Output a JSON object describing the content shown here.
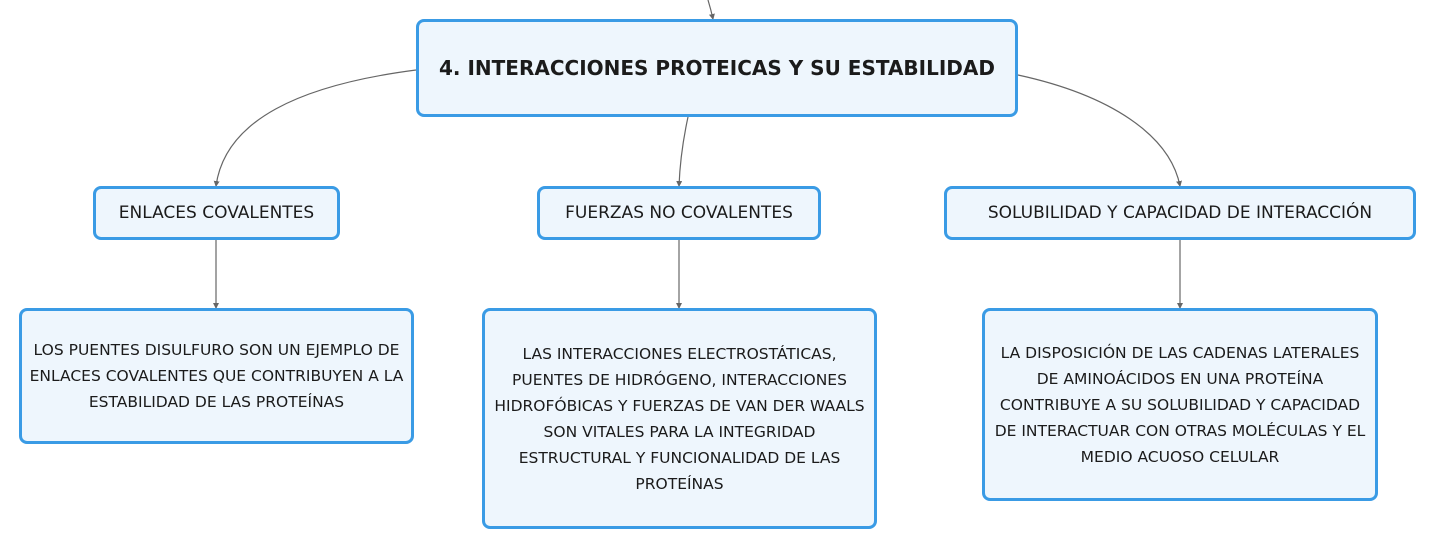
{
  "root": {
    "title": "4. INTERACCIONES PROTEICAS Y SU ESTABILIDAD"
  },
  "categories": [
    {
      "label": "ENLACES COVALENTES",
      "detail": "LOS PUENTES DISULFURO SON UN EJEMPLO DE ENLACES COVALENTES QUE CONTRIBUYEN A LA ESTABILIDAD DE LAS PROTEÍNAS"
    },
    {
      "label": "FUERZAS NO COVALENTES",
      "detail": "LAS INTERACCIONES ELECTROSTÁTICAS, PUENTES DE HIDRÓGENO, INTERACCIONES HIDROFÓBICAS Y FUERZAS DE VAN DER WAALS SON VITALES PARA LA INTEGRIDAD ESTRUCTURAL Y FUNCIONALIDAD DE LAS PROTEÍNAS"
    },
    {
      "label": "SOLUBILIDAD Y CAPACIDAD DE INTERACCIÓN",
      "detail": "LA DISPOSICIÓN DE LAS CADENAS LATERALES DE AMINOÁCIDOS EN UNA PROTEÍNA CONTRIBUYE A SU SOLUBILIDAD Y CAPACIDAD DE INTERACTUAR CON OTRAS MOLÉCULAS Y EL MEDIO ACUOSO CELULAR"
    }
  ],
  "colors": {
    "node_border": "#3a9be5",
    "node_fill": "#eef6fd",
    "connector": "#666666"
  }
}
